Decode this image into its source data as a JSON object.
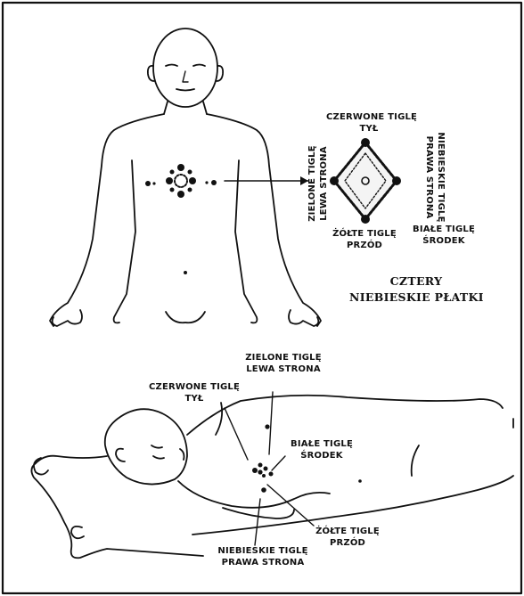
{
  "figure": {
    "top": {
      "label_top": [
        "CZERWONE TIGLĘ",
        "TYŁ"
      ],
      "label_left": [
        "ZIELONE TIGLĘ",
        "LEWA STRONA"
      ],
      "label_right": [
        "NIEBIESKIE TIGLĘ",
        "PRAWA STRONA"
      ],
      "label_bottom_left": [
        "ŻÓŁTE TIGLĘ",
        "PRZÓD"
      ],
      "label_bottom_right": [
        "BIAŁE TIGLĘ",
        "ŚRODEK"
      ],
      "caption": [
        "CZTERY",
        "NIEBIESKIE PŁATKI"
      ]
    },
    "bottom": {
      "label_red": [
        "CZERWONE TIGLĘ",
        "TYŁ"
      ],
      "label_green": [
        "ZIELONE TIGLĘ",
        "LEWA STRONA"
      ],
      "label_white": [
        "BIAŁE TIGLĘ",
        "ŚRODEK"
      ],
      "label_yellow": [
        "ŻÓŁTE TIGLĘ",
        "PRZÓD"
      ],
      "label_blue": [
        "NIEBIESKIE TIGLĘ",
        "PRAWA STRONA"
      ]
    }
  }
}
